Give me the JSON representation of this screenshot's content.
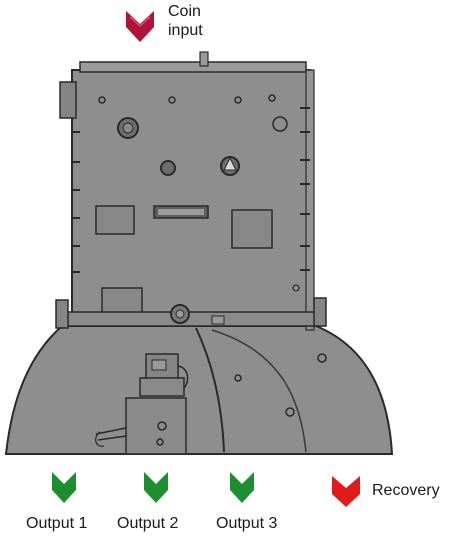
{
  "labels": {
    "coin_input_line1": "Coin",
    "coin_input_line2": "input",
    "output_1": "Output 1",
    "output_2": "Output 2",
    "output_3": "Output 3",
    "recovery": "Recovery"
  },
  "colors": {
    "input_arrow": "#b0123a",
    "output_arrow": "#1e8f2e",
    "recovery_arrow": "#e01b1b",
    "body_fill": "#8e8e8e",
    "body_fill_dark": "#7a7a7a",
    "outline": "#2a2a2a"
  }
}
